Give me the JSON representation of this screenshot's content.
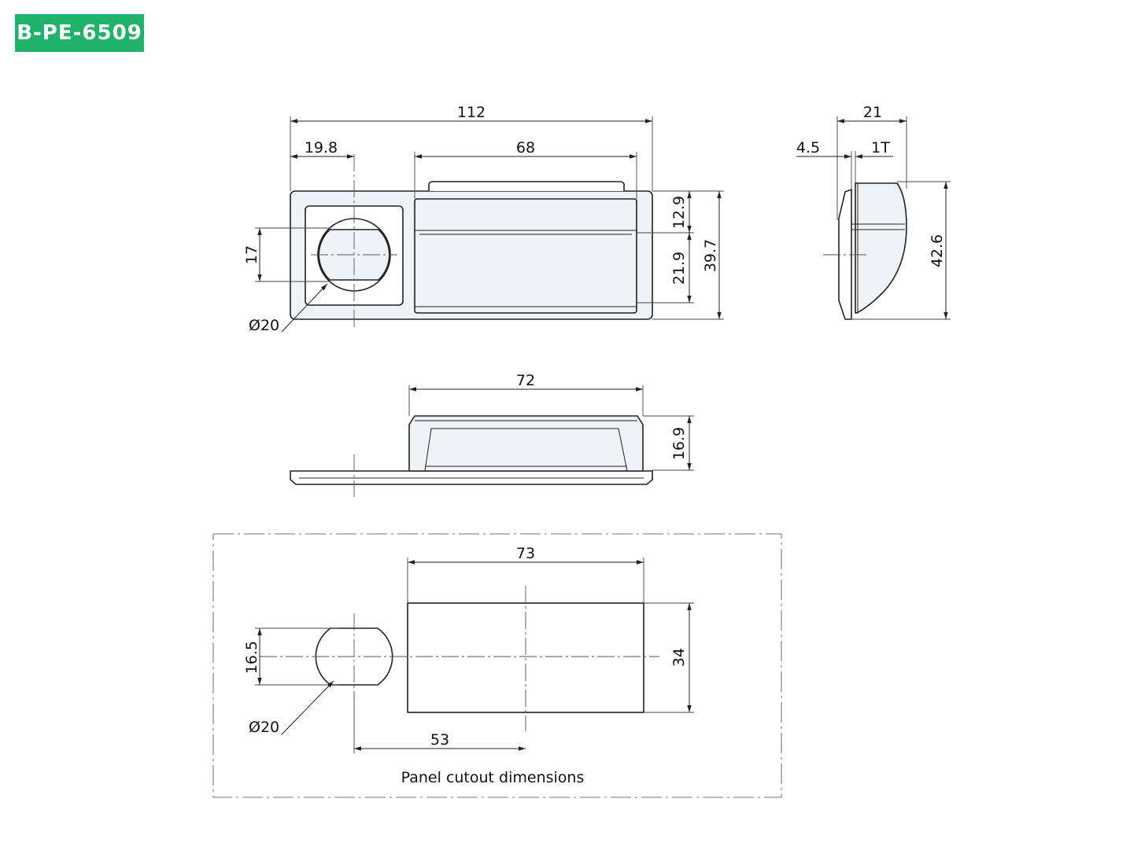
{
  "badge": {
    "label": "B-PE-6509",
    "color": "#1fb26a"
  },
  "front_view": {
    "overall_width": "112",
    "knob_offset": "19.8",
    "handle_width": "68",
    "upper_height": "12.9",
    "lower_height": "21.9",
    "total_height": "39.7",
    "knob_flat": "17",
    "knob_diameter": "Ø20"
  },
  "side_view": {
    "depth": "21",
    "flange_offset": "4.5",
    "panel_thickness": "1T",
    "height": "42.6"
  },
  "top_view": {
    "body_width": "72",
    "body_height": "16.9"
  },
  "cutout": {
    "caption": "Panel cutout dimensions",
    "rect_width": "73",
    "rect_height": "34",
    "hole_flat": "16.5",
    "hole_diameter": "Ø20",
    "center_distance": "53"
  }
}
